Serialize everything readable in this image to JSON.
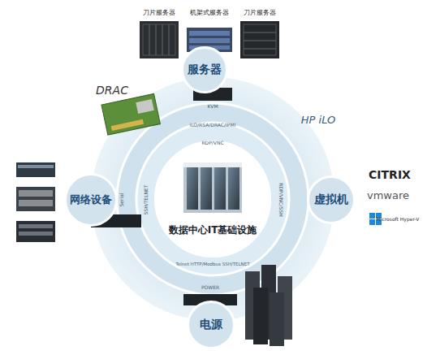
{
  "diagram": {
    "nodes": [
      {
        "text": [
          "服务器"
        ]
      },
      {
        "text": [
          "网络设备"
        ]
      },
      {
        "text": [
          "数据中心IT基础设施"
        ]
      },
      {
        "text": [
          "虚拟机"
        ]
      },
      {
        "text": [
          "电源"
        ]
      }
    ],
    "labels": [
      "刀片服务器",
      "机架式服务器",
      "刀片服务器",
      "DRAC",
      "HP iLO",
      "CITRIX",
      "vmware",
      "Microsoft Hyper-V",
      "KVM",
      "iLO/RSA/DRAC/IPMI",
      "RDP/VNC",
      "RDP/VNC/SSH",
      "Serial",
      "SSH/TELNET",
      "Telnet HTTP/Modbus SSH/TELNET",
      "POWER"
    ]
  }
}
